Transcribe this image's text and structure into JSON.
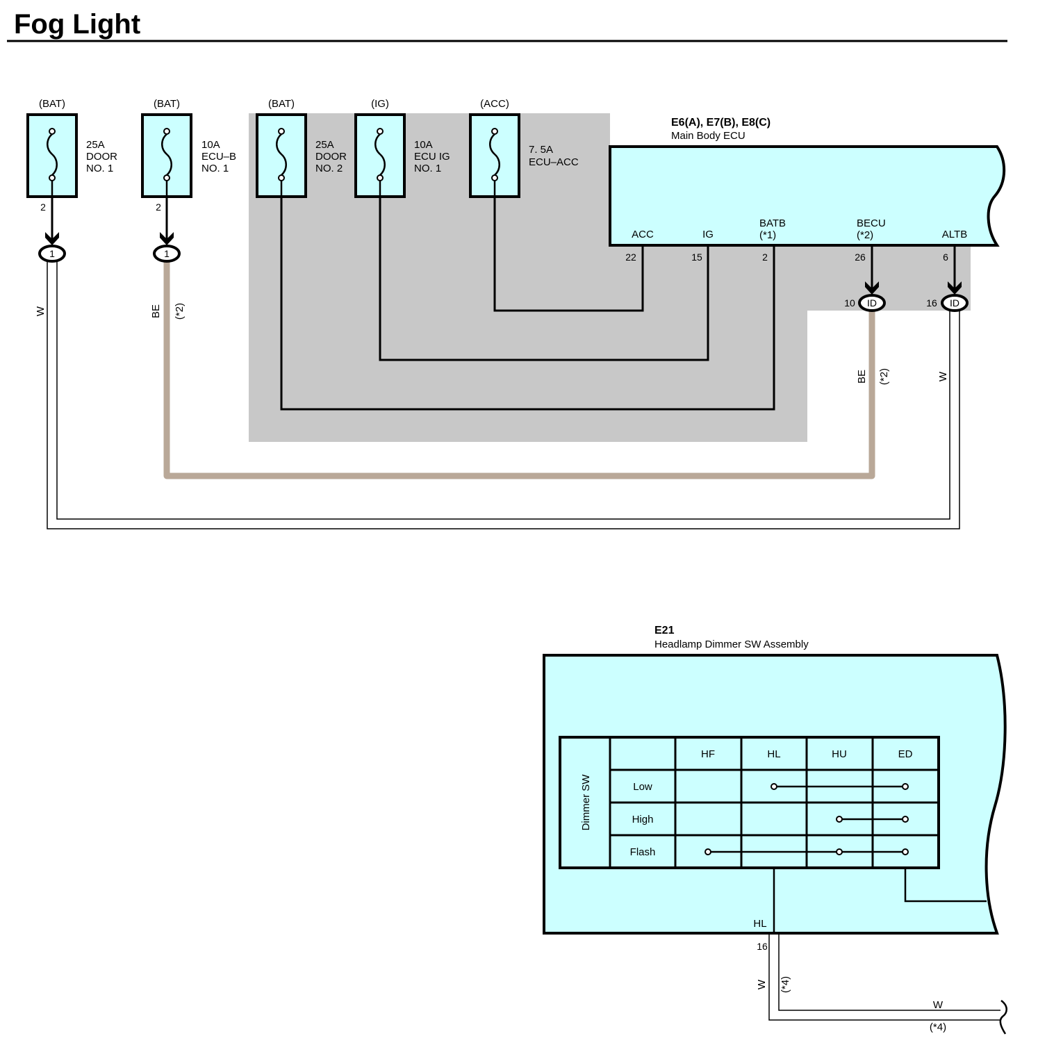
{
  "title": "Fog Light",
  "colors": {
    "component_fill": "#ccffff",
    "shaded_area": "#c8c8c8",
    "beige_wire": "#b9a898",
    "line": "#000000"
  },
  "fuses": [
    {
      "source": "(BAT)",
      "lines": [
        "25A",
        "DOOR",
        "NO. 1"
      ],
      "pin": "2",
      "connector": "1"
    },
    {
      "source": "(BAT)",
      "lines": [
        "10A",
        "ECU–B",
        "NO. 1"
      ],
      "pin": "2",
      "connector": "1"
    },
    {
      "source": "(BAT)",
      "lines": [
        "25A",
        "DOOR",
        "NO. 2"
      ]
    },
    {
      "source": "(IG)",
      "lines": [
        "10A",
        "ECU IG",
        "NO. 1"
      ]
    },
    {
      "source": "(ACC)",
      "lines": [
        "7. 5A",
        "ECU–ACC"
      ]
    }
  ],
  "ecu": {
    "code": "E6(A), E7(B), E8(C)",
    "name": "Main Body ECU",
    "terminals": [
      {
        "label": "ACC",
        "pin": "22"
      },
      {
        "label": "IG",
        "pin": "15"
      },
      {
        "label": "BATB",
        "note": "(*1)",
        "pin": "2"
      },
      {
        "label": "BECU",
        "note": "(*2)",
        "pin": "26"
      },
      {
        "label": "ALTB",
        "pin": "6"
      }
    ],
    "junction_connectors": [
      {
        "label": "ID",
        "pin": "10"
      },
      {
        "label": "ID",
        "pin": "16"
      }
    ]
  },
  "wires": {
    "left_white": {
      "color": "W"
    },
    "left_beige": {
      "color": "BE",
      "note": "(*2)"
    },
    "right_beige": {
      "color": "BE",
      "note": "(*2)"
    },
    "right_white": {
      "color": "W"
    }
  },
  "dimmer": {
    "code": "E21",
    "name": "Headlamp Dimmer SW Assembly",
    "table_label": "Dimmer SW",
    "columns": [
      "HF",
      "HL",
      "HU",
      "ED"
    ],
    "rows": [
      {
        "label": "Low",
        "contacts": [
          false,
          true,
          false,
          true
        ]
      },
      {
        "label": "High",
        "contacts": [
          false,
          false,
          true,
          true
        ]
      },
      {
        "label": "Flash",
        "contacts": [
          true,
          false,
          true,
          true
        ]
      }
    ],
    "terminal": "HL",
    "pin": "16",
    "wire_down": {
      "color": "W",
      "note": "(*4)"
    },
    "wire_out": {
      "color": "W",
      "note": "(*4)"
    }
  }
}
